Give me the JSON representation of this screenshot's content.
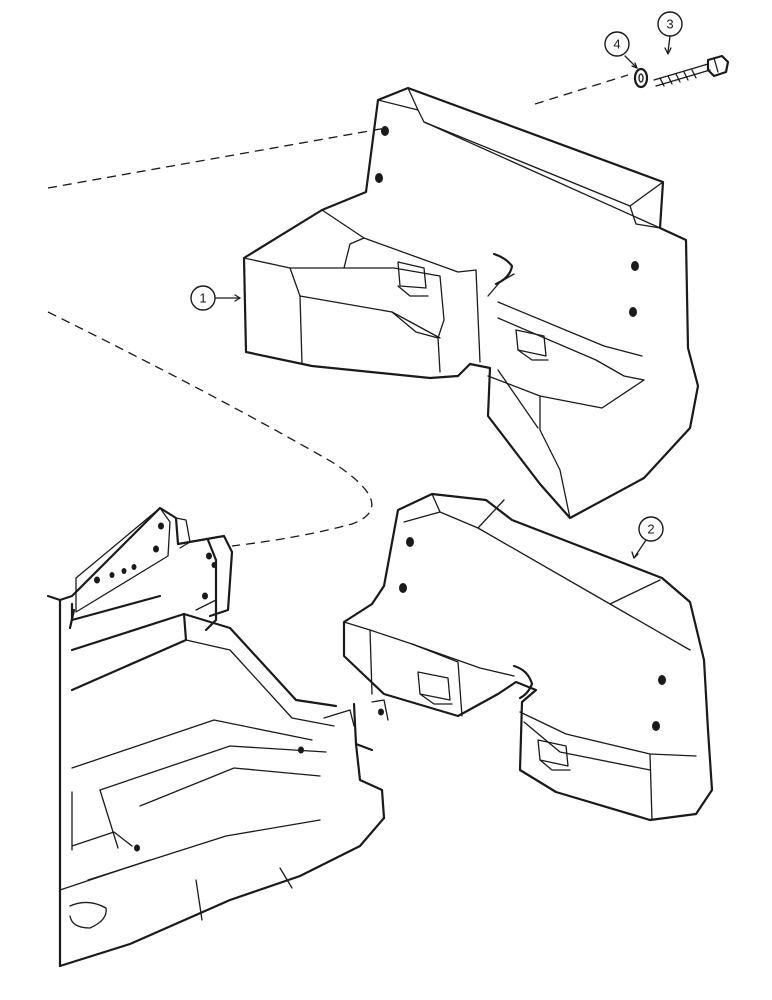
{
  "callouts": [
    {
      "label": "1",
      "part": "counterweight-upper"
    },
    {
      "label": "2",
      "part": "counterweight-lower"
    },
    {
      "label": "3",
      "part": "bolt"
    },
    {
      "label": "4",
      "part": "washer"
    }
  ],
  "colors": {
    "line": "#1a1a1a",
    "background": "#ffffff"
  }
}
